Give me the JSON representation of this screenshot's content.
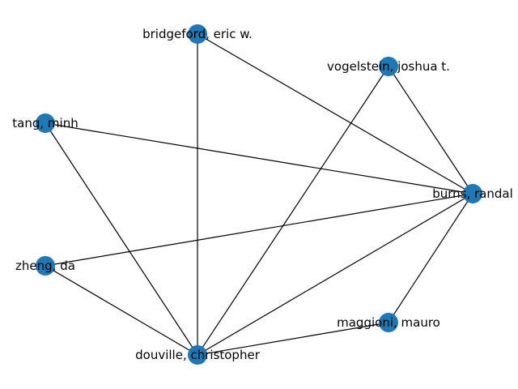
{
  "graph": {
    "node_color": "#1f77b4",
    "edge_color": "#000000",
    "nodes": [
      {
        "id": "bridgeford",
        "label": "bridgeford, eric w."
      },
      {
        "id": "vogelstein",
        "label": "vogelstein, joshua t."
      },
      {
        "id": "tang",
        "label": "tang, minh"
      },
      {
        "id": "burns",
        "label": "burns, randal"
      },
      {
        "id": "zheng",
        "label": "zheng, da"
      },
      {
        "id": "maggioni",
        "label": "maggioni, mauro"
      },
      {
        "id": "douville",
        "label": "douville, christopher"
      }
    ],
    "edges": [
      [
        "bridgeford",
        "douville"
      ],
      [
        "bridgeford",
        "burns"
      ],
      [
        "vogelstein",
        "burns"
      ],
      [
        "vogelstein",
        "douville"
      ],
      [
        "tang",
        "burns"
      ],
      [
        "tang",
        "douville"
      ],
      [
        "zheng",
        "burns"
      ],
      [
        "zheng",
        "douville"
      ],
      [
        "burns",
        "douville"
      ],
      [
        "burns",
        "maggioni"
      ],
      [
        "maggioni",
        "douville"
      ]
    ]
  }
}
